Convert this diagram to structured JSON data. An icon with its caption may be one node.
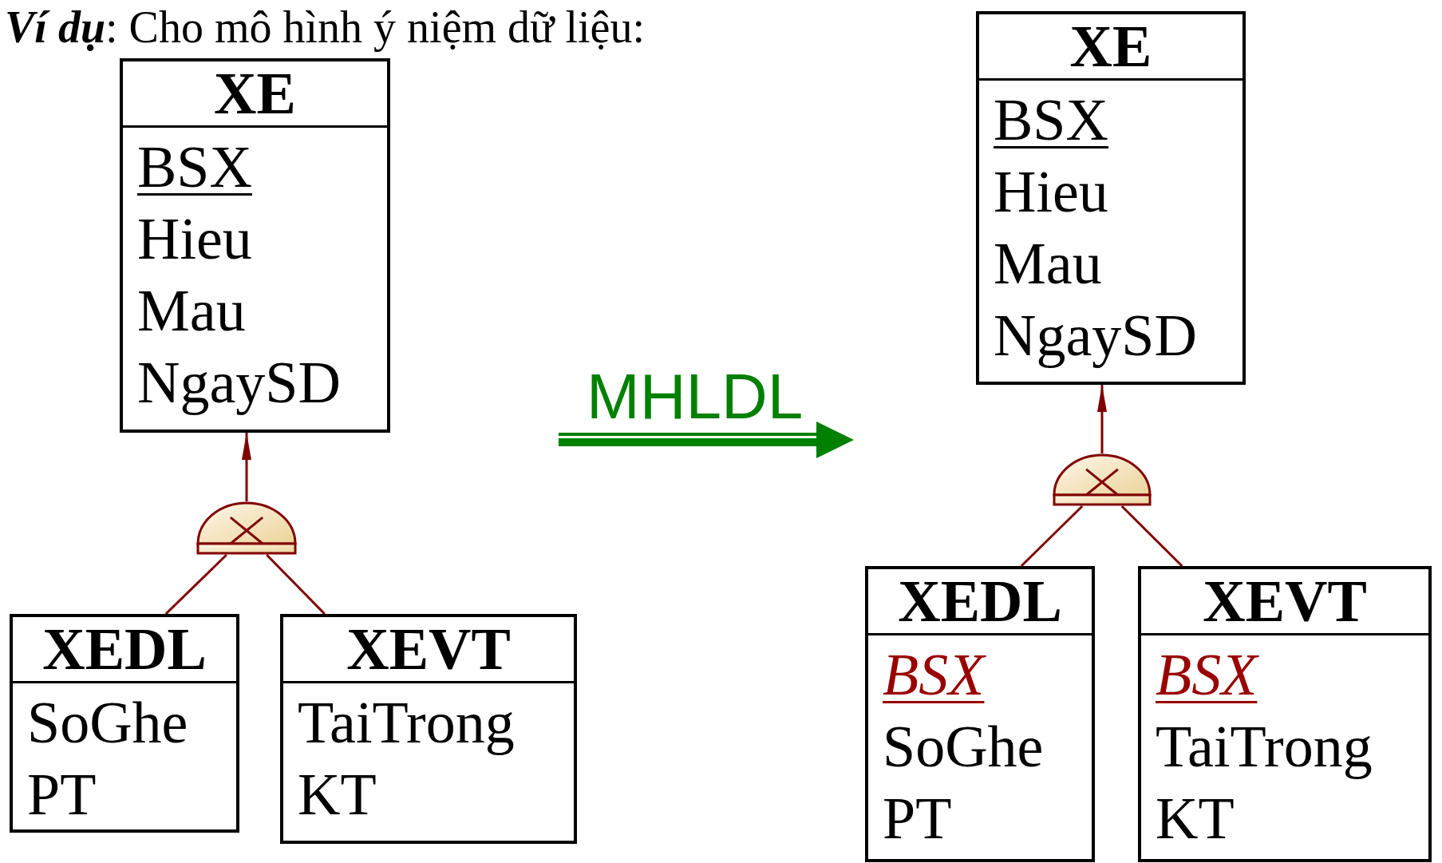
{
  "diagram": {
    "nodes": [
      {
        "text": [
          "XE",
          "BSX",
          "Hieu",
          "Mau",
          "NgaySD"
        ]
      },
      {
        "text": [],
        "shape": "semicircle"
      },
      {
        "text": [
          "XEDL",
          "SoGhe",
          "PT"
        ]
      },
      {
        "text": [
          "XEVT",
          "TaiTrong",
          "KT"
        ]
      },
      {
        "text": [
          "XE",
          "BSX",
          "Hieu",
          "Mau",
          "NgaySD"
        ]
      },
      {
        "text": [],
        "shape": "semicircle"
      },
      {
        "text": [
          "XEDL",
          "BSX",
          "SoGhe",
          "PT"
        ]
      },
      {
        "text": [
          "XEVT",
          "BSX",
          "TaiTrong",
          "KT"
        ]
      }
    ],
    "edges": [
      {
        "from": 1,
        "to": 0,
        "arrow": "to"
      },
      {
        "from": 2,
        "to": 1,
        "arrow": "none"
      },
      {
        "from": 3,
        "to": 1,
        "arrow": "none"
      },
      {
        "from": 5,
        "to": 4,
        "arrow": "to"
      },
      {
        "from": 6,
        "to": 5,
        "arrow": "none"
      },
      {
        "from": 7,
        "to": 5,
        "arrow": "none"
      }
    ],
    "labels": [
      "**Ví dụ**: Cho mô hình ý niệm dữ liệu:",
      "MHLDL"
    ]
  }
}
